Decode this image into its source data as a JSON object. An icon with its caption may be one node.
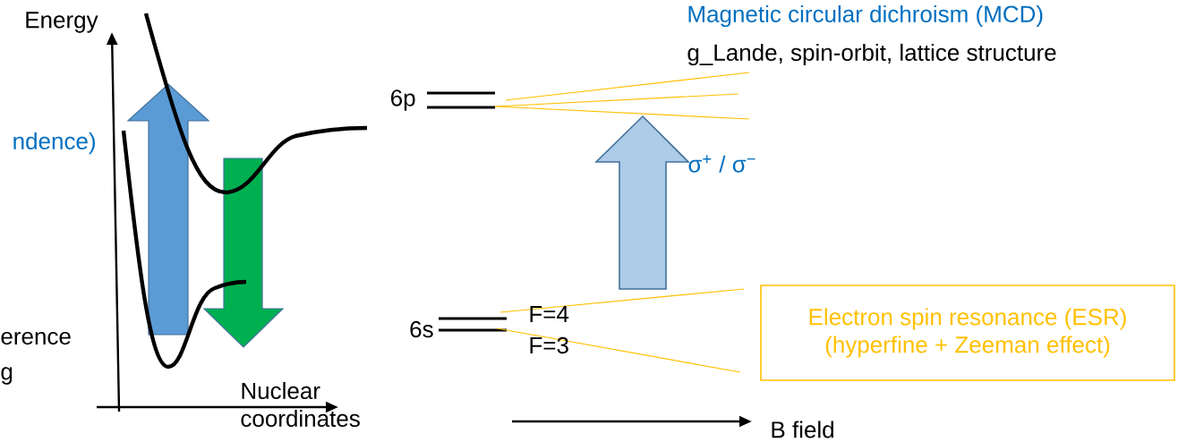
{
  "diagram": {
    "nodes": [
      {
        "text": [
          "Electron spin resonance (ESR)",
          "(hyperfine + Zeeman effect)"
        ]
      }
    ],
    "labels": [
      "Energy",
      "Magnetic circular dichroism (MCD)",
      "g_Lande, spin-orbit, lattice structure",
      "6p",
      "ndence)",
      "σ$^{+}$ / σ$^{−}$",
      "6s",
      "F=4",
      "erence",
      "F=3",
      "g",
      "Nuclear coordinates",
      "B field"
    ]
  }
}
